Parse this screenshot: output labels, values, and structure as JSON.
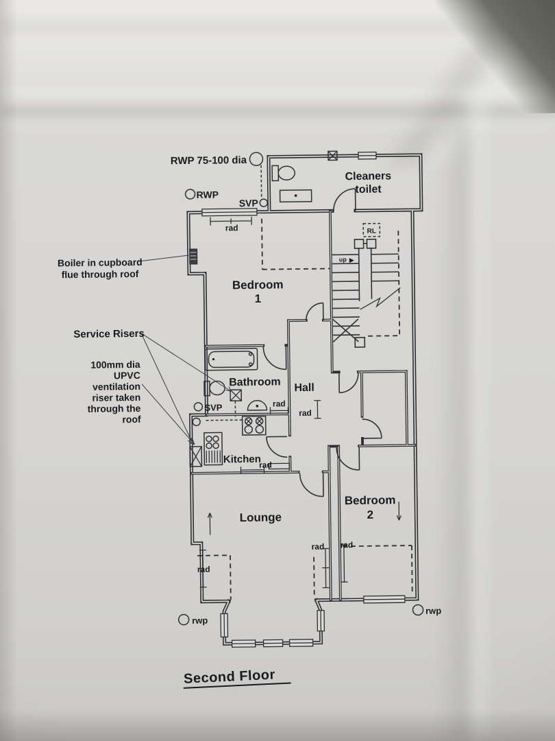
{
  "title": {
    "text": "Second Floor"
  },
  "rooms": {
    "cleaners_toilet": {
      "line1": "Cleaners",
      "line2": "toilet"
    },
    "bedroom1": {
      "line1": "Bedroom",
      "line2": "1"
    },
    "bathroom": {
      "label": "Bathroom"
    },
    "hall": {
      "label": "Hall"
    },
    "kitchen": {
      "label": "Kitchen"
    },
    "lounge": {
      "label": "Lounge"
    },
    "bedroom2": {
      "line1": "Bedroom",
      "line2": "2"
    }
  },
  "annotations": {
    "rwp_dia": "RWP 75-100 dia",
    "rwp_upper": "RWP",
    "svp_upper": "SVP",
    "svp_lower": "SVP",
    "boiler": {
      "line1": "Boiler in cupboard",
      "line2": "flue through roof"
    },
    "service_risers": "Service Risers",
    "upvc_lines": [
      "100mm dia",
      "UPVC",
      "ventilation",
      "riser taken",
      "through the",
      "roof"
    ],
    "rad": "rad",
    "rwp_lower": "rwp",
    "up": "up",
    "roof_light": "RL"
  },
  "colors": {
    "ink": "#2d2d33",
    "paper": "#d6d5d2",
    "paper_top": "#eae9e6",
    "photo_corner": "#595a54"
  }
}
